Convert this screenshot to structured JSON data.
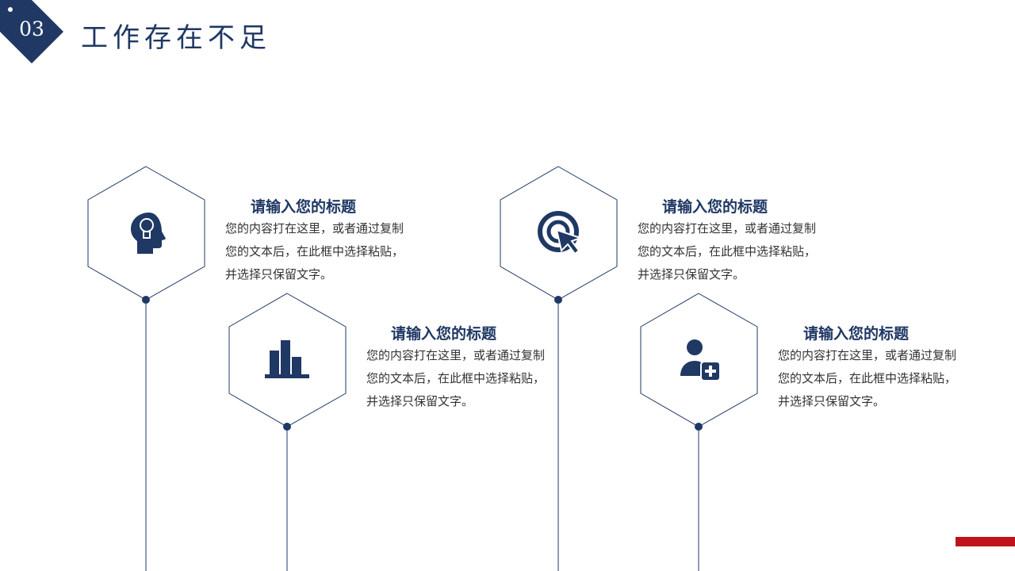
{
  "header": {
    "section_number": "03",
    "title": "工作存在不足"
  },
  "colors": {
    "primary": "#1f3864",
    "accent_red": "#c0121b",
    "text": "#333333"
  },
  "cards": [
    {
      "icon": "head-lightbulb-icon",
      "title": "请输入您的标题",
      "body": "您的内容打在这里，或者通过复制您的文本后，在此框中选择粘贴，并选择只保留文字。"
    },
    {
      "icon": "bar-chart-icon",
      "title": "请输入您的标题",
      "body": "您的内容打在这里，或者通过复制您的文本后，在此框中选择粘贴，并选择只保留文字。"
    },
    {
      "icon": "target-cursor-icon",
      "title": "请输入您的标题",
      "body": "您的内容打在这里，或者通过复制您的文本后，在此框中选择粘贴，并选择只保留文字。"
    },
    {
      "icon": "add-user-icon",
      "title": "请输入您的标题",
      "body": "您的内容打在这里，或者通过复制您的文本后，在此框中选择粘贴，并选择只保留文字。"
    }
  ]
}
